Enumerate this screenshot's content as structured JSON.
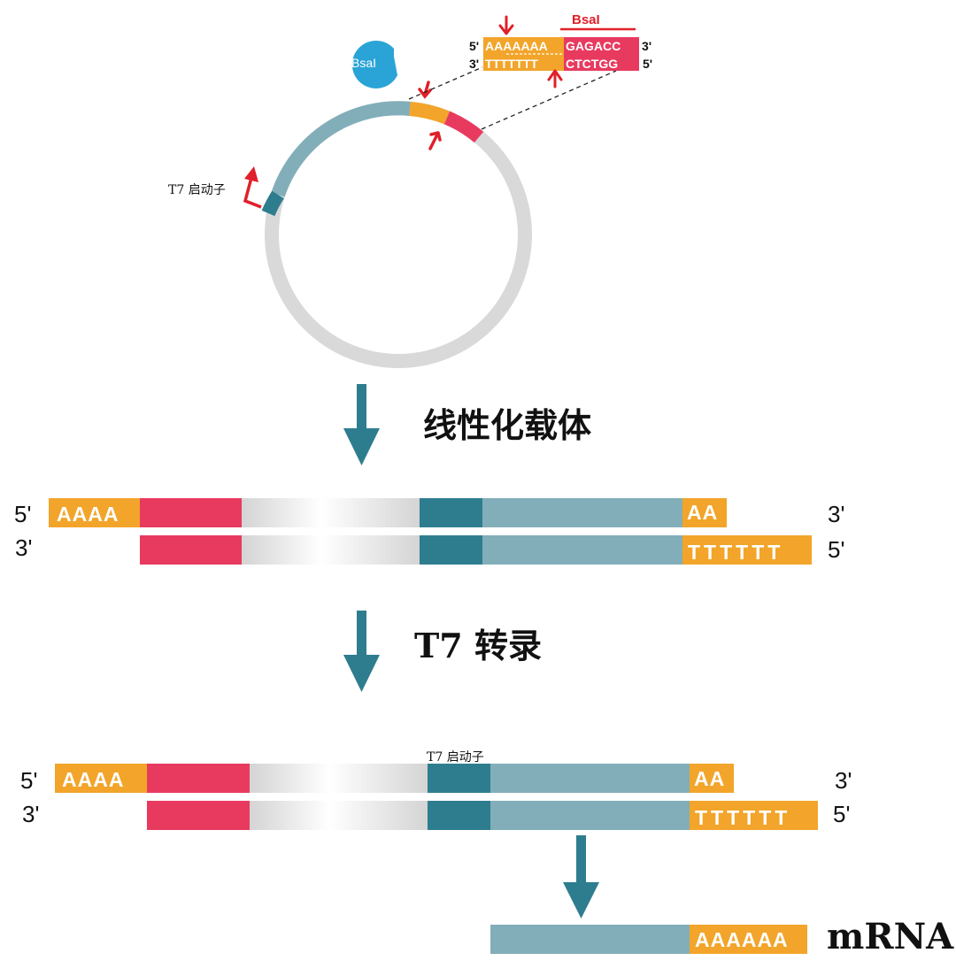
{
  "enzyme": {
    "name": "BsaI"
  },
  "site_detail": {
    "site_label": "BsaI",
    "top_strand": {
      "five_prime": "5'",
      "poly_a": "AAAAAAA",
      "site": "GAGACC",
      "three_prime": "3'"
    },
    "bottom_strand": {
      "three_prime": "3'",
      "poly_t": "TTTTTTT",
      "site": "CTCTGG",
      "five_prime": "5'"
    }
  },
  "plasmid": {
    "promoter_label": "T7 启动子"
  },
  "steps": {
    "step1": "线性化载体",
    "step2": "T7 转录"
  },
  "linear_vector": {
    "top_left_end": "5'",
    "top_left_tail": "AAAA",
    "top_right_tail": "AA",
    "top_right_end": "3'",
    "bottom_left_end": "3'",
    "bottom_right_tail": "TTTTTT",
    "bottom_right_end": "5'"
  },
  "transcription_template": {
    "promoter_label": "T7 启动子",
    "top_left_end": "5'",
    "top_left_tail": "AAAA",
    "top_right_tail": "AA",
    "top_right_end": "3'",
    "bottom_left_end": "3'",
    "bottom_right_tail": "TTTTTT",
    "bottom_right_end": "5'"
  },
  "product": {
    "tail": "AAAAAA",
    "label": "mRNA"
  },
  "colors": {
    "orange": "#f2a52a",
    "pink": "#e83a5f",
    "dark_teal": "#2e7d8f",
    "light_teal": "#82aeb9",
    "ring_gray": "#d9d9d9",
    "enzyme_blue": "#2aa4d6",
    "arrow_red": "#e0202a",
    "step_arrow": "#2e7d8f"
  }
}
